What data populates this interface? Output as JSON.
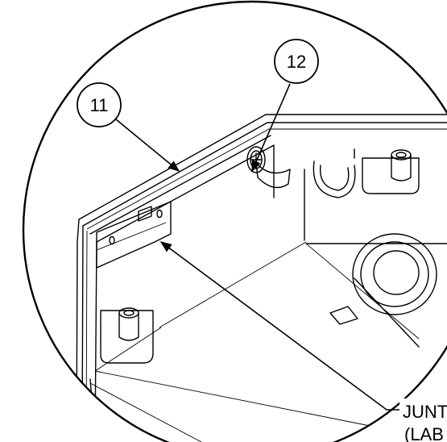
{
  "callouts": [
    {
      "id": "callout-11",
      "label": "11"
    },
    {
      "id": "callout-12",
      "label": "12"
    }
  ],
  "note": {
    "line1": "JUNT",
    "line2": "(LAB"
  }
}
